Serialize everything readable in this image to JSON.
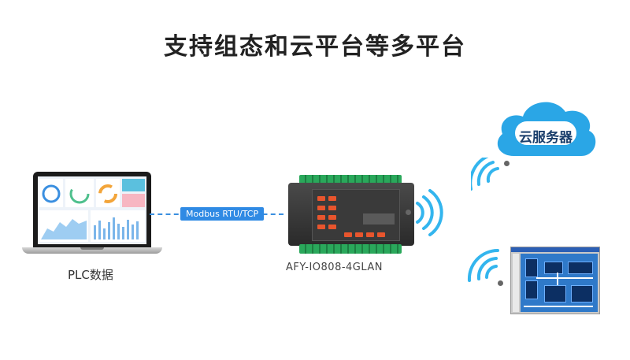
{
  "title": "支持组态和云平台等多平台",
  "laptop": {
    "caption": "PLC数据"
  },
  "link": {
    "protocol": "Modbus RTU/TCP"
  },
  "device": {
    "model": "AFY-IO808-4GLAN"
  },
  "cloud": {
    "label": "云服务器"
  },
  "colors": {
    "accent": "#2f8ae4",
    "wifi": "#33b5ee",
    "cloud": "#2aa6e6",
    "device_led": "#e8552d",
    "terminal_green": "#2aa85b"
  }
}
